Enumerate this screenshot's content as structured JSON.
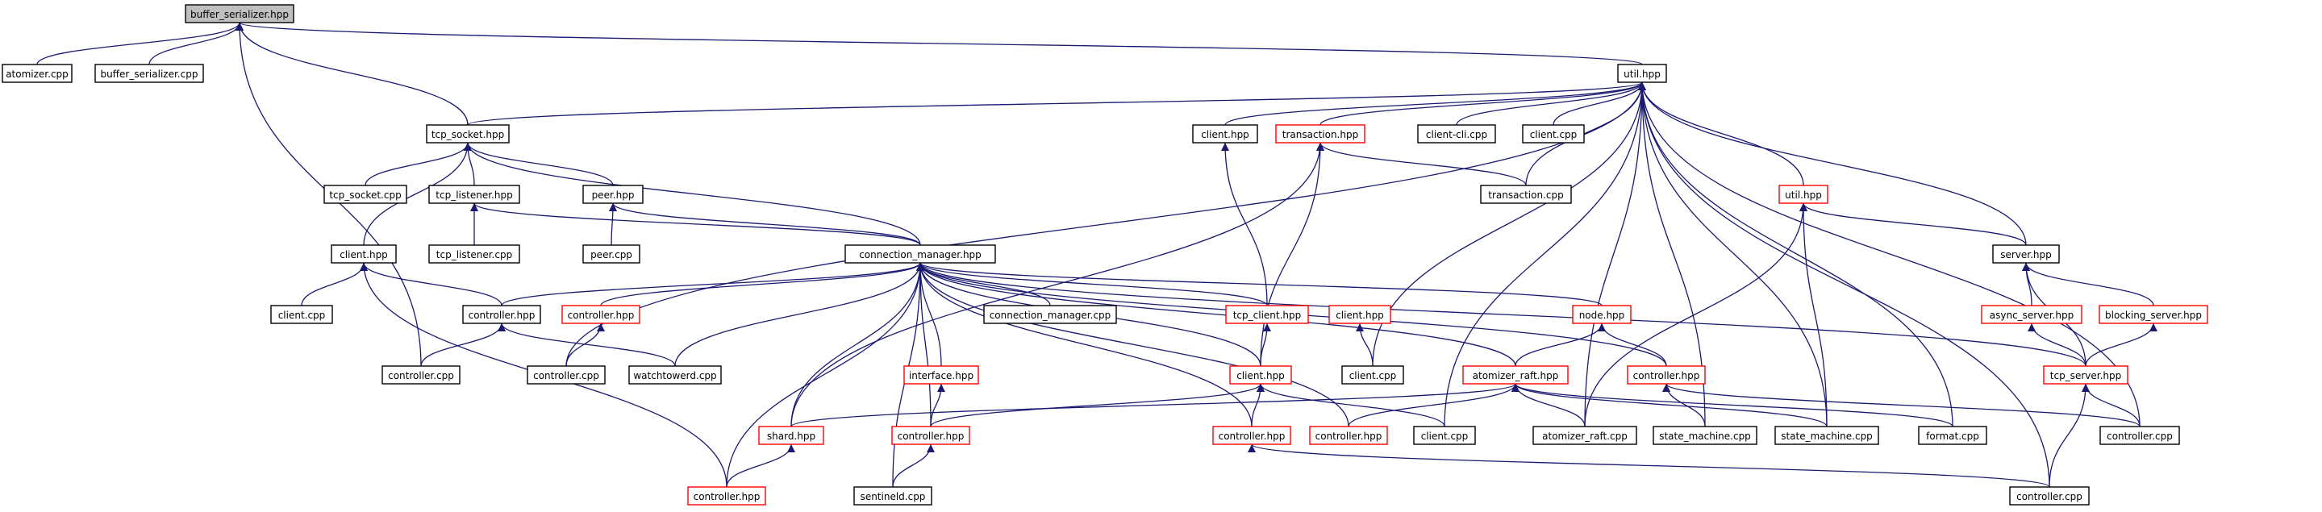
{
  "diagram": {
    "colors": {
      "edge": "#191970",
      "node_black": "#000000",
      "node_red": "#ff0000",
      "node_fill": "#ffffff",
      "root_fill": "#bfbfbf"
    },
    "nodes": [
      {
        "id": "buffer_serializer_hpp",
        "label": "buffer_serializer.hpp",
        "border": "root"
      },
      {
        "id": "atomizer_cpp",
        "label": "atomizer.cpp",
        "border": "black"
      },
      {
        "id": "buffer_serializer_cpp",
        "label": "buffer_serializer.cpp",
        "border": "black"
      },
      {
        "id": "util_hpp",
        "label": "util.hpp",
        "border": "black"
      },
      {
        "id": "tcp_socket_hpp",
        "label": "tcp_socket.hpp",
        "border": "black"
      },
      {
        "id": "client_hpp_top",
        "label": "client.hpp",
        "border": "black"
      },
      {
        "id": "transaction_hpp",
        "label": "transaction.hpp",
        "border": "red"
      },
      {
        "id": "client_cli_cpp",
        "label": "client-cli.cpp",
        "border": "black"
      },
      {
        "id": "client_cpp_top",
        "label": "client.cpp",
        "border": "black"
      },
      {
        "id": "tcp_socket_cpp",
        "label": "tcp_socket.cpp",
        "border": "black"
      },
      {
        "id": "tcp_listener_hpp",
        "label": "tcp_listener.hpp",
        "border": "black"
      },
      {
        "id": "peer_hpp",
        "label": "peer.hpp",
        "border": "black"
      },
      {
        "id": "transaction_cpp",
        "label": "transaction.cpp",
        "border": "black"
      },
      {
        "id": "util_hpp_red",
        "label": "util.hpp",
        "border": "red"
      },
      {
        "id": "tcp_listener_cpp",
        "label": "tcp_listener.cpp",
        "border": "black"
      },
      {
        "id": "peer_cpp",
        "label": "peer.cpp",
        "border": "black"
      },
      {
        "id": "client_hpp_left",
        "label": "client.hpp",
        "border": "black"
      },
      {
        "id": "connection_manager_hpp",
        "label": "connection_manager.hpp",
        "border": "black"
      },
      {
        "id": "server_hpp",
        "label": "server.hpp",
        "border": "black"
      },
      {
        "id": "client_cpp_left",
        "label": "client.cpp",
        "border": "black"
      },
      {
        "id": "controller_hpp_a",
        "label": "controller.hpp",
        "border": "black"
      },
      {
        "id": "controller_hpp_b",
        "label": "controller.hpp",
        "border": "red"
      },
      {
        "id": "connection_manager_cpp",
        "label": "connection_manager.cpp",
        "border": "black"
      },
      {
        "id": "tcp_client_hpp",
        "label": "tcp_client.hpp",
        "border": "red"
      },
      {
        "id": "client_hpp_red",
        "label": "client.hpp",
        "border": "red"
      },
      {
        "id": "node_hpp",
        "label": "node.hpp",
        "border": "red"
      },
      {
        "id": "async_server_hpp",
        "label": "async_server.hpp",
        "border": "red"
      },
      {
        "id": "blocking_server_hpp",
        "label": "blocking_server.hpp",
        "border": "red"
      },
      {
        "id": "controller_cpp_a",
        "label": "controller.cpp",
        "border": "black"
      },
      {
        "id": "controller_cpp_b",
        "label": "controller.cpp",
        "border": "black"
      },
      {
        "id": "watchtowerd_cpp",
        "label": "watchtowerd.cpp",
        "border": "black"
      },
      {
        "id": "interface_hpp",
        "label": "interface.hpp",
        "border": "red"
      },
      {
        "id": "client_cpp_mid",
        "label": "client.cpp",
        "border": "black"
      },
      {
        "id": "client_hpp_mid",
        "label": "client.hpp",
        "border": "red"
      },
      {
        "id": "atomizer_raft_hpp",
        "label": "atomizer_raft.hpp",
        "border": "red"
      },
      {
        "id": "controller_hpp_c",
        "label": "controller.hpp",
        "border": "red"
      },
      {
        "id": "tcp_server_hpp",
        "label": "tcp_server.hpp",
        "border": "red"
      },
      {
        "id": "shard_hpp",
        "label": "shard.hpp",
        "border": "red"
      },
      {
        "id": "controller_hpp_d",
        "label": "controller.hpp",
        "border": "red"
      },
      {
        "id": "controller_hpp_e",
        "label": "controller.hpp",
        "border": "red"
      },
      {
        "id": "controller_hpp_f",
        "label": "controller.hpp",
        "border": "red"
      },
      {
        "id": "client_cpp_low",
        "label": "client.cpp",
        "border": "black"
      },
      {
        "id": "atomizer_raft_cpp",
        "label": "atomizer_raft.cpp",
        "border": "black"
      },
      {
        "id": "state_machine_cpp_a",
        "label": "state_machine.cpp",
        "border": "black"
      },
      {
        "id": "state_machine_cpp_b",
        "label": "state_machine.cpp",
        "border": "black"
      },
      {
        "id": "format_cpp",
        "label": "format.cpp",
        "border": "black"
      },
      {
        "id": "controller_cpp_c",
        "label": "controller.cpp",
        "border": "black"
      },
      {
        "id": "controller_hpp_g",
        "label": "controller.hpp",
        "border": "red"
      },
      {
        "id": "sentineld_cpp",
        "label": "sentineld.cpp",
        "border": "black"
      },
      {
        "id": "controller_cpp_d",
        "label": "controller.cpp",
        "border": "black"
      }
    ],
    "edges": [
      {
        "from": "buffer_serializer_hpp",
        "to": "atomizer_cpp"
      },
      {
        "from": "buffer_serializer_hpp",
        "to": "buffer_serializer_cpp"
      },
      {
        "from": "buffer_serializer_hpp",
        "to": "util_hpp"
      },
      {
        "from": "buffer_serializer_hpp",
        "to": "tcp_socket_hpp"
      },
      {
        "from": "buffer_serializer_hpp",
        "to": "controller_cpp_a"
      },
      {
        "from": "util_hpp",
        "to": "tcp_socket_hpp"
      },
      {
        "from": "util_hpp",
        "to": "client_hpp_top"
      },
      {
        "from": "util_hpp",
        "to": "transaction_hpp"
      },
      {
        "from": "util_hpp",
        "to": "client_cli_cpp"
      },
      {
        "from": "util_hpp",
        "to": "client_cpp_top"
      },
      {
        "from": "util_hpp",
        "to": "transaction_cpp"
      },
      {
        "from": "util_hpp",
        "to": "util_hpp_red"
      },
      {
        "from": "util_hpp",
        "to": "server_hpp"
      },
      {
        "from": "util_hpp",
        "to": "controller_cpp_b"
      },
      {
        "from": "util_hpp",
        "to": "client_cpp_mid"
      },
      {
        "from": "util_hpp",
        "to": "client_cpp_low"
      },
      {
        "from": "util_hpp",
        "to": "atomizer_raft_cpp"
      },
      {
        "from": "util_hpp",
        "to": "state_machine_cpp_a"
      },
      {
        "from": "util_hpp",
        "to": "state_machine_cpp_b"
      },
      {
        "from": "util_hpp",
        "to": "format_cpp"
      },
      {
        "from": "util_hpp",
        "to": "controller_cpp_c"
      },
      {
        "from": "util_hpp",
        "to": "controller_cpp_d"
      },
      {
        "from": "tcp_socket_hpp",
        "to": "tcp_socket_cpp"
      },
      {
        "from": "tcp_socket_hpp",
        "to": "tcp_listener_hpp"
      },
      {
        "from": "tcp_socket_hpp",
        "to": "peer_hpp"
      },
      {
        "from": "tcp_socket_hpp",
        "to": "client_hpp_left"
      },
      {
        "from": "tcp_socket_hpp",
        "to": "connection_manager_hpp"
      },
      {
        "from": "tcp_listener_hpp",
        "to": "tcp_listener_cpp"
      },
      {
        "from": "tcp_listener_hpp",
        "to": "connection_manager_hpp"
      },
      {
        "from": "peer_hpp",
        "to": "peer_cpp"
      },
      {
        "from": "peer_hpp",
        "to": "connection_manager_hpp"
      },
      {
        "from": "client_hpp_top",
        "to": "tcp_client_hpp"
      },
      {
        "from": "transaction_hpp",
        "to": "transaction_cpp"
      },
      {
        "from": "transaction_hpp",
        "to": "client_hpp_mid"
      },
      {
        "from": "transaction_hpp",
        "to": "shard_hpp"
      },
      {
        "from": "client_hpp_left",
        "to": "client_cpp_left"
      },
      {
        "from": "client_hpp_left",
        "to": "controller_hpp_a"
      },
      {
        "from": "client_hpp_left",
        "to": "controller_hpp_f"
      },
      {
        "from": "connection_manager_hpp",
        "to": "controller_hpp_a"
      },
      {
        "from": "connection_manager_hpp",
        "to": "controller_hpp_b"
      },
      {
        "from": "connection_manager_hpp",
        "to": "connection_manager_cpp"
      },
      {
        "from": "connection_manager_hpp",
        "to": "tcp_client_hpp"
      },
      {
        "from": "connection_manager_hpp",
        "to": "client_hpp_mid"
      },
      {
        "from": "connection_manager_hpp",
        "to": "node_hpp"
      },
      {
        "from": "connection_manager_hpp",
        "to": "watchtowerd_cpp"
      },
      {
        "from": "connection_manager_hpp",
        "to": "interface_hpp"
      },
      {
        "from": "connection_manager_hpp",
        "to": "atomizer_raft_hpp"
      },
      {
        "from": "connection_manager_hpp",
        "to": "controller_hpp_c"
      },
      {
        "from": "connection_manager_hpp",
        "to": "tcp_server_hpp"
      },
      {
        "from": "connection_manager_hpp",
        "to": "shard_hpp"
      },
      {
        "from": "connection_manager_hpp",
        "to": "controller_hpp_d"
      },
      {
        "from": "connection_manager_hpp",
        "to": "controller_hpp_e"
      },
      {
        "from": "connection_manager_hpp",
        "to": "controller_hpp_f"
      },
      {
        "from": "connection_manager_hpp",
        "to": "controller_hpp_g"
      },
      {
        "from": "connection_manager_hpp",
        "to": "sentineld_cpp"
      },
      {
        "from": "controller_hpp_a",
        "to": "controller_cpp_a"
      },
      {
        "from": "controller_hpp_a",
        "to": "watchtowerd_cpp"
      },
      {
        "from": "controller_hpp_b",
        "to": "controller_cpp_b"
      },
      {
        "from": "client_hpp_red",
        "to": "client_cpp_mid"
      },
      {
        "from": "node_hpp",
        "to": "atomizer_raft_hpp"
      },
      {
        "from": "node_hpp",
        "to": "controller_hpp_c"
      },
      {
        "from": "util_hpp_red",
        "to": "server_hpp"
      },
      {
        "from": "util_hpp_red",
        "to": "atomizer_raft_cpp"
      },
      {
        "from": "util_hpp_red",
        "to": "state_machine_cpp_b"
      },
      {
        "from": "server_hpp",
        "to": "async_server_hpp"
      },
      {
        "from": "server_hpp",
        "to": "blocking_server_hpp"
      },
      {
        "from": "server_hpp",
        "to": "tcp_server_hpp"
      },
      {
        "from": "async_server_hpp",
        "to": "tcp_server_hpp"
      },
      {
        "from": "blocking_server_hpp",
        "to": "tcp_server_hpp"
      },
      {
        "from": "tcp_server_hpp",
        "to": "controller_cpp_c"
      },
      {
        "from": "tcp_server_hpp",
        "to": "controller_cpp_d"
      },
      {
        "from": "interface_hpp",
        "to": "controller_hpp_g"
      },
      {
        "from": "tcp_client_hpp",
        "to": "client_hpp_mid"
      },
      {
        "from": "client_hpp_mid",
        "to": "controller_hpp_e"
      },
      {
        "from": "client_hpp_mid",
        "to": "client_cpp_low"
      },
      {
        "from": "client_hpp_mid",
        "to": "controller_hpp_g"
      },
      {
        "from": "atomizer_raft_hpp",
        "to": "shard_hpp"
      },
      {
        "from": "atomizer_raft_hpp",
        "to": "controller_hpp_d"
      },
      {
        "from": "atomizer_raft_hpp",
        "to": "atomizer_raft_cpp"
      },
      {
        "from": "atomizer_raft_hpp",
        "to": "state_machine_cpp_b"
      },
      {
        "from": "atomizer_raft_hpp",
        "to": "format_cpp"
      },
      {
        "from": "controller_hpp_c",
        "to": "state_machine_cpp_a"
      },
      {
        "from": "controller_hpp_c",
        "to": "controller_cpp_c"
      },
      {
        "from": "shard_hpp",
        "to": "controller_hpp_f"
      },
      {
        "from": "controller_hpp_g",
        "to": "sentineld_cpp"
      },
      {
        "from": "controller_hpp_e",
        "to": "controller_cpp_d"
      }
    ]
  }
}
